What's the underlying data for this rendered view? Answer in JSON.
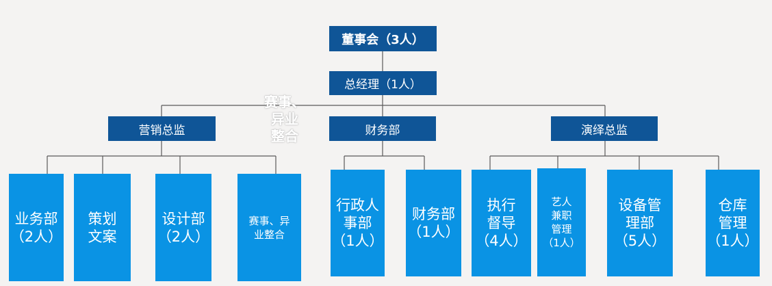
{
  "board": "董事会（3人）",
  "gm": "总经理（1人）",
  "directors": {
    "sales": "营销总监",
    "finance": "财务部",
    "performance": "演绎总监"
  },
  "departments": {
    "business": "业务部\n（2人）",
    "planning": "策划\n文案",
    "design": "设计部\n（2人）",
    "events": "赛事、异\n业整合",
    "admin_hr": "行政人\n事部\n（1人）",
    "finance_dept": "财务部\n（1人）",
    "supervision": "执行\n督导\n（4人）",
    "artists": "艺人\n兼职\n管理\n（1人）",
    "equipment": "设备管\n理部\n（5人）",
    "warehouse": "仓库\n管理\n（1人）"
  },
  "overlap_text": "赛事、\n异业\n整合",
  "colors": {
    "dark": "#0f5597",
    "light": "#0a93e4",
    "line": "#595959",
    "bg": "#f4f3f2"
  }
}
